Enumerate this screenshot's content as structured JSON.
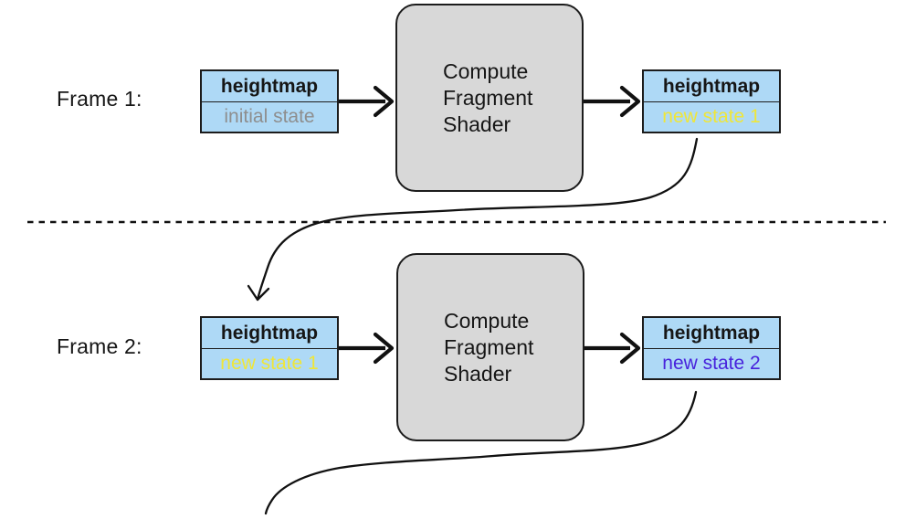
{
  "colors": {
    "background": "#ffffff",
    "box_fill_blue": "#aed9f6",
    "box_fill_gray": "#d8d8d8",
    "border": "#1c1c1c",
    "text_black": "#161616",
    "state_initial_gray": "#8e8e8e",
    "state_yellow": "#efe639",
    "state_violet": "#4823dc",
    "connector_black": "#111111"
  },
  "frames": [
    {
      "label": "Frame 1:",
      "input": {
        "title": "heightmap",
        "state": "initial state"
      },
      "process_lines": [
        "Compute",
        "Fragment",
        "Shader"
      ],
      "output": {
        "title": "heightmap",
        "state": "new state 1"
      }
    },
    {
      "label": "Frame 2:",
      "input": {
        "title": "heightmap",
        "state": "new state 1"
      },
      "process_lines": [
        "Compute",
        "Fragment",
        "Shader"
      ],
      "output": {
        "title": "heightmap",
        "state": "new state 2"
      }
    }
  ]
}
